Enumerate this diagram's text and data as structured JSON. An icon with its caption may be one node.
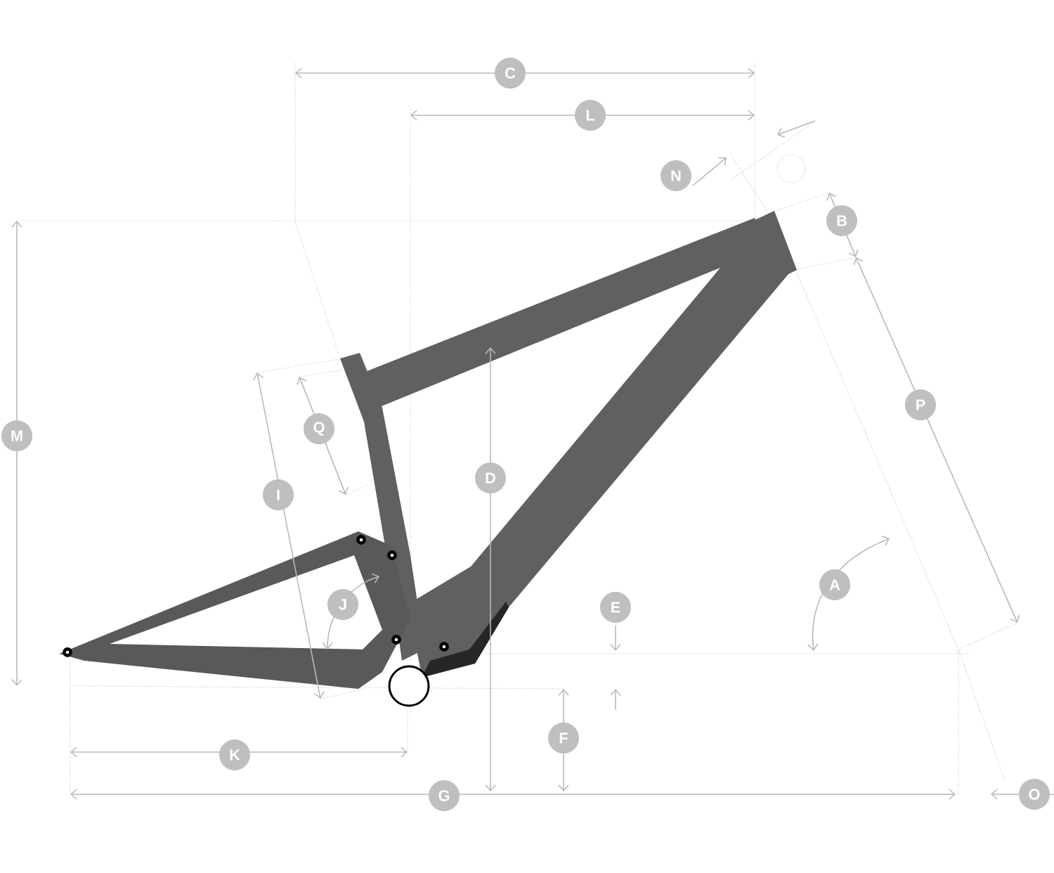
{
  "diagram": {
    "labels": [
      "C",
      "L",
      "N",
      "B",
      "P",
      "M",
      "Q",
      "D",
      "I",
      "A",
      "J",
      "E",
      "F",
      "K",
      "G",
      "O"
    ]
  }
}
